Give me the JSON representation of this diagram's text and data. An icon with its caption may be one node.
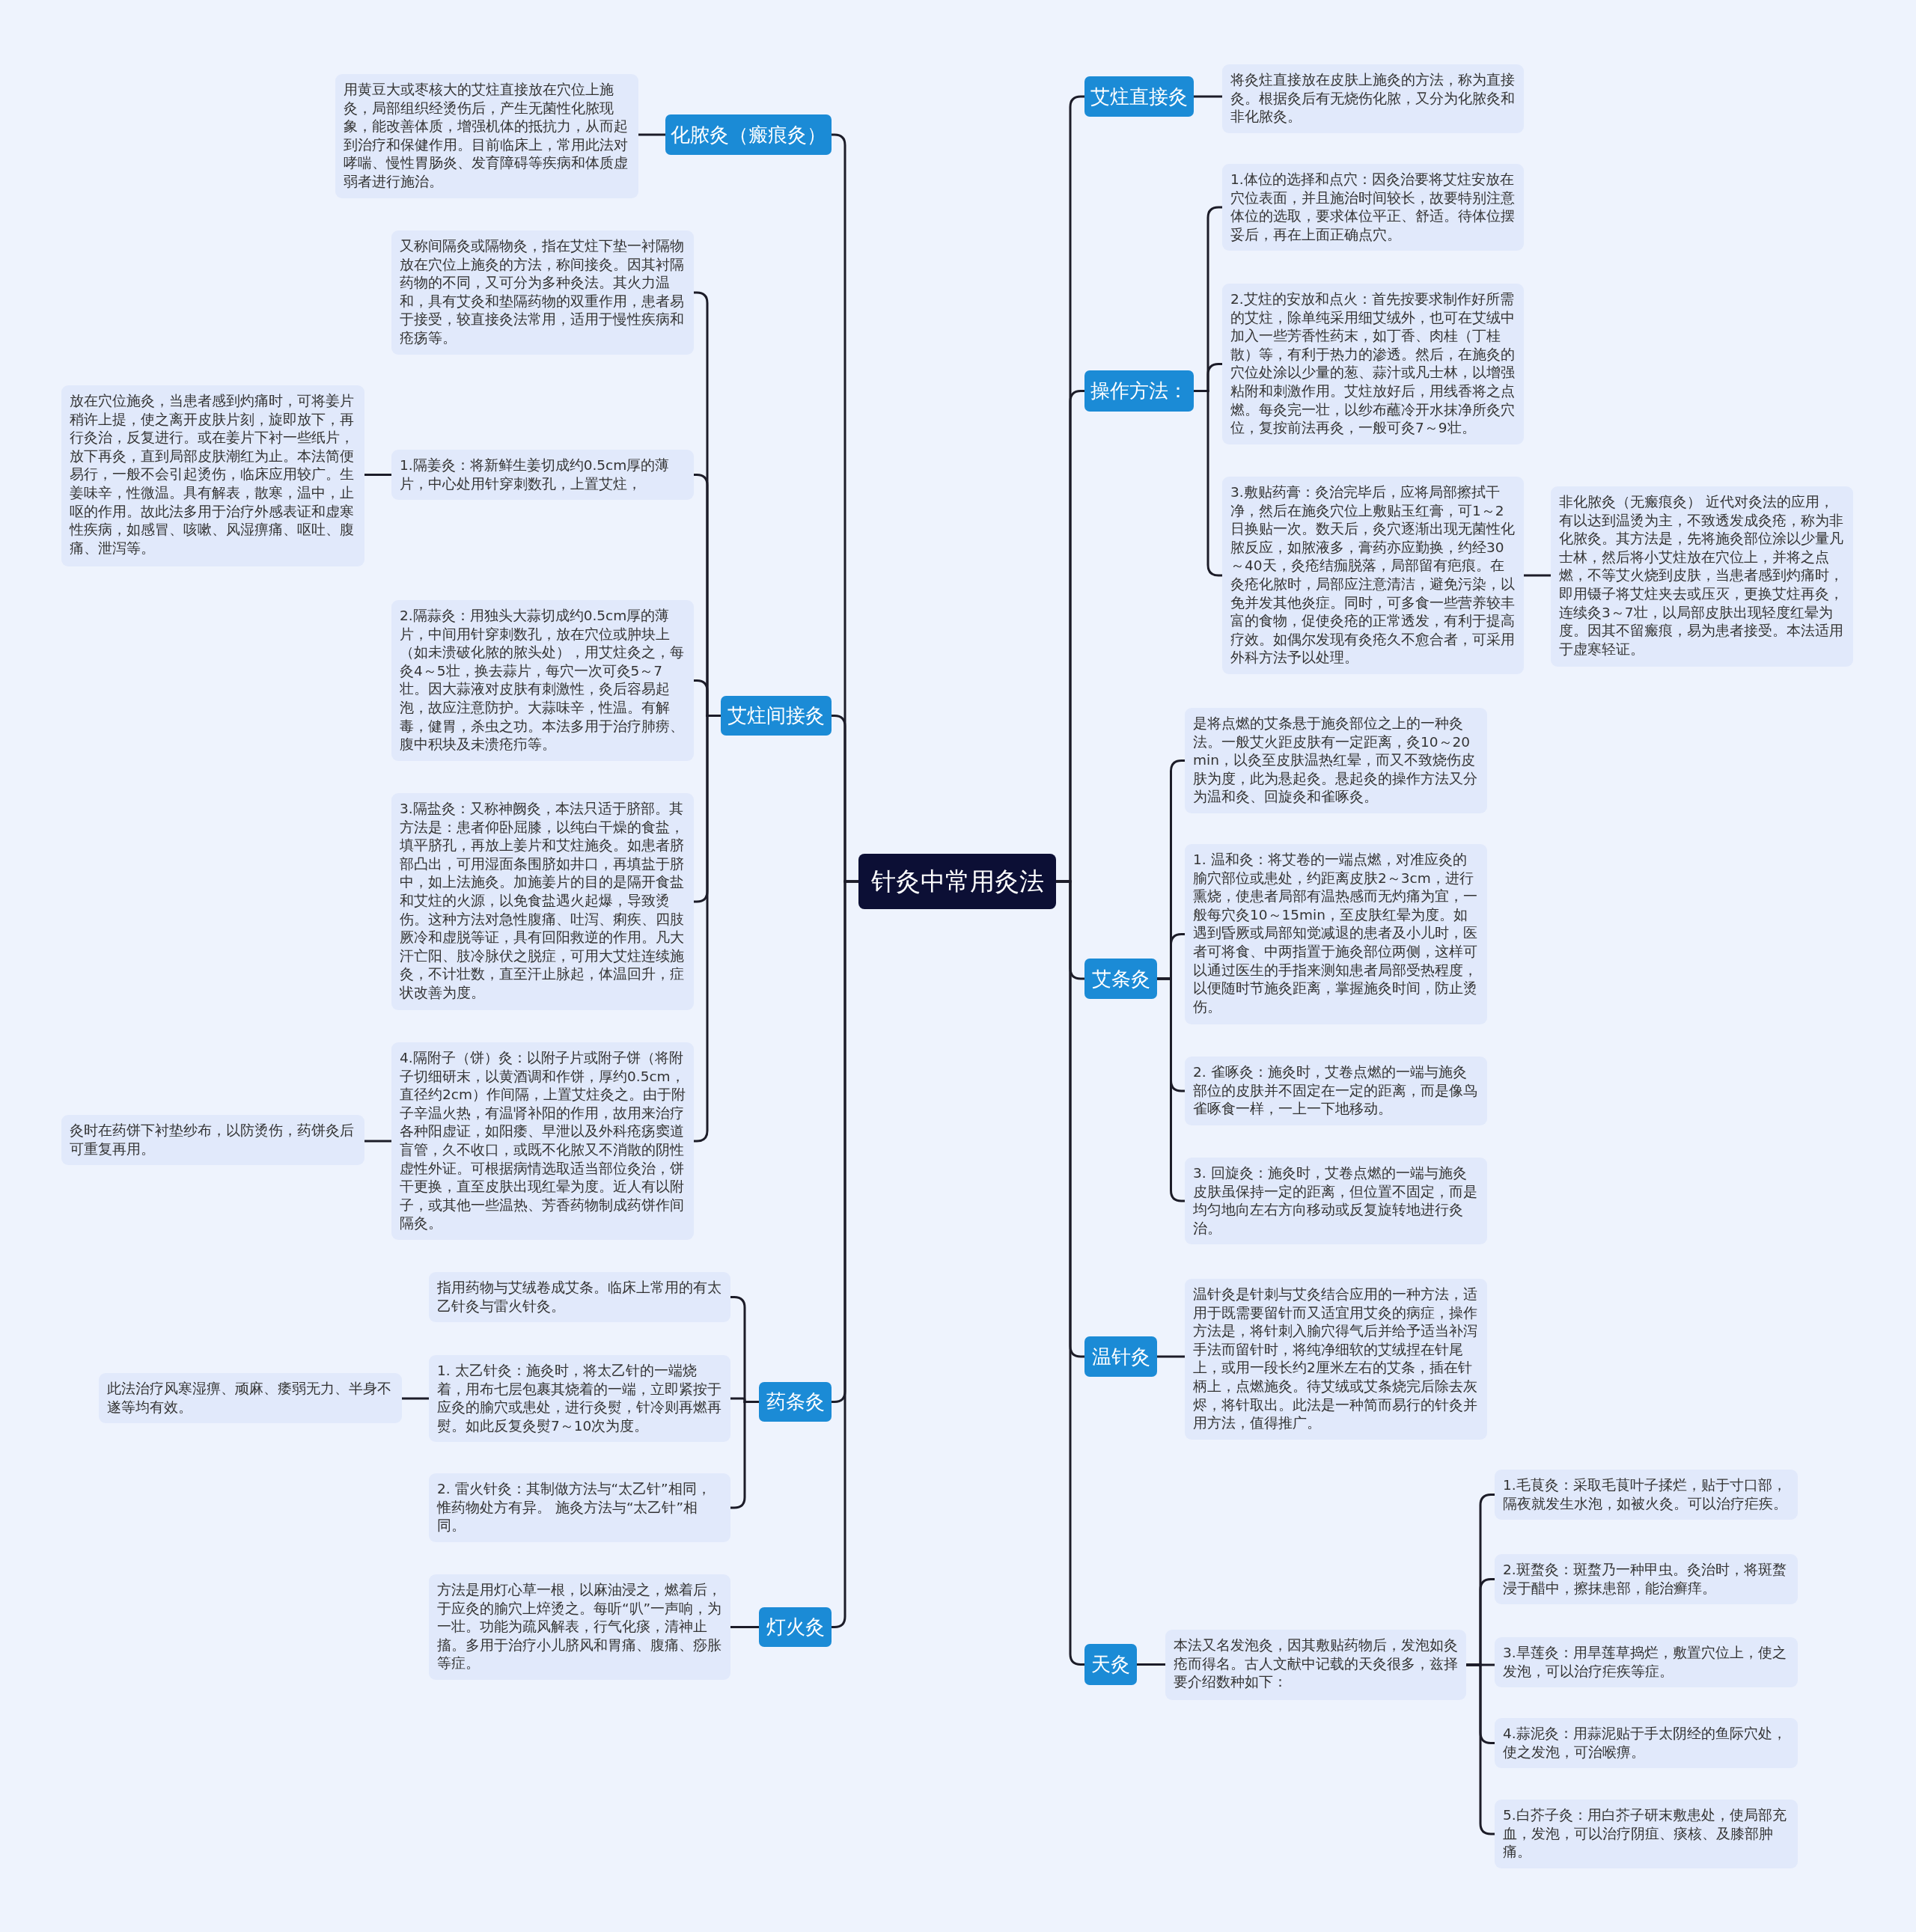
{
  "diagram": {
    "nodes": [
      {
        "text": [
          "针灸中常用灸法"
        ]
      },
      {
        "text": [
          "化脓灸（瘢痕灸）"
        ]
      },
      {
        "text": [
          "用黄豆大或枣核大的艾炷直接放在穴位上施灸，局部组织经烫伤后，产生无菌性化脓现象，能改善体质，增强机体的抵抗力，从而起到治疗和保健作用。目前临床上，常用此法对哮喘、慢性胃肠炎、发育障碍等疾病和体质虚弱者进行施治。"
        ]
      },
      {
        "text": [
          "艾炷间接灸"
        ]
      },
      {
        "text": [
          "又称间隔灸或隔物灸，指在艾炷下垫一衬隔物放在穴位上施灸的方法，称间接灸。因其衬隔药物的不同，又可分为多种灸法。其火力温和，具有艾灸和垫隔药物的双重作用，患者易于接受，较直接灸法常用，适用于慢性疾病和疮疡等。"
        ]
      },
      {
        "text": [
          "1.隔姜灸：将新鲜生姜切成约0.5cm厚的薄片，中心处用针穿刺数孔，上置艾炷，"
        ]
      },
      {
        "text": [
          "放在穴位施灸，当患者感到灼痛时，可将姜片稍许上提，使之离开皮肤片刻，旋即放下，再行灸治，反复进行。或在姜片下衬一些纸片，放下再灸，直到局部皮肤潮红为止。本法简便易行，一般不会引起烫伤，临床应用较广。生姜味辛，性微温。具有解表，散寒，温中，止呕的作用。故此法多用于治疗外感表证和虚寒性疾病，如感冒、咳嗽、风湿痹痛、呕吐、腹痛、泄泻等。"
        ]
      },
      {
        "text": [
          "2.隔蒜灸：用独头大蒜切成约0.5cm厚的薄片，中间用针穿刺数孔，放在穴位或肿块上（如未溃破化脓的脓头处），用艾炷灸之，每灸4～5壮，换去蒜片，每穴一次可灸5～7壮。因大蒜液对皮肤有刺激性，灸后容易起泡，故应注意防护。大蒜味辛，性温。有解毒，健胃，杀虫之功。本法多用于治疗肺痨、腹中积块及未溃疮疖等。"
        ]
      },
      {
        "text": [
          "3.隔盐灸：又称神阙灸，本法只适于脐部。其方法是：患者仰卧屈膝，以纯白干燥的食盐，填平脐孔，再放上姜片和艾炷施灸。如患者脐部凸出，可用湿面条围脐如井口，再填盐于脐中，如上法施灸。加施姜片的目的是隔开食盐和艾炷的火源，以免食盐遇火起爆，导致烫伤。这种方法对急性腹痛、吐泻、痢疾、四肢厥冷和虚脱等证，具有回阳救逆的作用。凡大汗亡阳、肢冷脉伏之脱症，可用大艾炷连续施灸，不计壮数，直至汗止脉起，体温回升，症状改善为度。"
        ]
      },
      {
        "text": [
          "4.隔附子（饼）灸：以附子片或附子饼（将附子切细研末，以黄酒调和作饼，厚约0.5cm，直径约2cm）作间隔，上置艾炷灸之。由于附子辛温火热，有温肾补阳的作用，故用来治疗各种阳虚证，如阳痿、早泄以及外科疮疡窦道盲管，久不收口，或既不化脓又不消散的阴性虚性外证。可根据病情选取适当部位灸治，饼干更换，直至皮肤出现红晕为度。近人有以附子，或其他一些温热、芳香药物制成药饼作间隔灸。"
        ]
      },
      {
        "text": [
          "灸时在药饼下衬垫纱布，以防烫伤，药饼灸后可重复再用。"
        ]
      },
      {
        "text": [
          "药条灸"
        ]
      },
      {
        "text": [
          "指用药物与艾绒卷成艾条。临床上常用的有太乙针灸与雷火针灸。"
        ]
      },
      {
        "text": [
          "1. 太乙针灸：施灸时，将太乙针的一端烧着，用布七层包裹其烧着的一端，立即紧按于应灸的腧穴或患处，进行灸熨，针冷则再燃再熨。如此反复灸熨7～10次为度。"
        ]
      },
      {
        "text": [
          "此法治疗风寒湿痹、顽麻、痿弱无力、半身不遂等均有效。"
        ]
      },
      {
        "text": [
          "2. 雷火针灸：其制做方法与“太乙针”相同，惟药物处方有异。 施灸方法与“太乙针”相同。"
        ]
      },
      {
        "text": [
          "灯火灸"
        ]
      },
      {
        "text": [
          "方法是用灯心草一根，以麻油浸之，燃着后，于应灸的腧穴上焠烫之。每听“叭”一声响，为一壮。功能为疏风解表，行气化痰，清神止搐。多用于治疗小儿脐风和胃痛、腹痛、痧胀等症。"
        ]
      },
      {
        "text": [
          "艾炷直接灸"
        ]
      },
      {
        "text": [
          "将灸炷直接放在皮肤上施灸的方法，称为直接灸。根据灸后有无烧伤化脓，又分为化脓灸和非化脓灸。"
        ]
      },
      {
        "text": [
          "操作方法："
        ]
      },
      {
        "text": [
          "1.体位的选择和点穴：因灸治要将艾炷安放在穴位表面，并且施治时间较长，故要特别注意体位的选取，要求体位平正、舒适。待体位摆妥后，再在上面正确点穴。"
        ]
      },
      {
        "text": [
          "2.艾炷的安放和点火：首先按要求制作好所需的艾炷，除单纯采用细艾绒外，也可在艾绒中加入一些芳香性药末，如丁香、肉桂（丁桂散）等，有利于热力的渗透。然后，在施灸的穴位处涂以少量的葱、蒜汁或凡士林，以增强粘附和刺激作用。艾炷放好后，用线香将之点燃。每灸完一壮，以纱布蘸冷开水抹净所灸穴位，复按前法再灸，一般可灸7～9壮。"
        ]
      },
      {
        "text": [
          "3.敷贴药膏：灸治完毕后，应将局部擦拭干净，然后在施灸穴位上敷贴玉红膏，可1～2日换贴一次。数天后，灸穴逐渐出现无菌性化脓反应，如脓液多，膏药亦应勤换，约经30～40天，灸疮结痂脱落，局部留有疤痕。在灸疮化脓时，局部应注意清洁，避免污染，以免并发其他炎症。同时，可多食一些营养较丰富的食物，促使灸疮的正常透发，有利于提高疗效。如偶尔发现有灸疮久不愈合者，可采用外科方法予以处理。"
        ]
      },
      {
        "text": [
          "非化脓灸（无瘢痕灸） 近代对灸法的应用，有以达到温烫为主，不致透发成灸疮，称为非化脓灸。其方法是，先将施灸部位涂以少量凡士林，然后将小艾炷放在穴位上，并将之点燃，不等艾火烧到皮肤，当患者感到灼痛时，即用镊子将艾炷夹去或压灭，更换艾炷再灸，连续灸3～7壮，以局部皮肤出现轻度红晕为度。因其不留瘢痕，易为患者接受。本法适用于虚寒轻证。"
        ]
      },
      {
        "text": [
          "艾条灸"
        ]
      },
      {
        "text": [
          "是将点燃的艾条悬于施灸部位之上的一种灸法。一般艾火距皮肤有一定距离，灸10～20min，以灸至皮肤温热红晕，而又不致烧伤皮肤为度，此为悬起灸。悬起灸的操作方法又分为温和灸、回旋灸和雀啄灸。"
        ]
      },
      {
        "text": [
          "1. 温和灸：将艾卷的一端点燃，对准应灸的腧穴部位或患处，约距离皮肤2～3cm，进行熏烧，使患者局部有温热感而无灼痛为宜，一般每穴灸10～15min，至皮肤红晕为度。如遇到昏厥或局部知觉减退的患者及小儿时，医者可将食、中两指置于施灸部位两侧，这样可以通过医生的手指来测知患者局部受热程度，以便随时节施灸距离，掌握施灸时间，防止烫伤。"
        ]
      },
      {
        "text": [
          "2. 雀啄灸：施灸时，艾卷点燃的一端与施灸部位的皮肤并不固定在一定的距离，而是像鸟雀啄食一样，一上一下地移动。"
        ]
      },
      {
        "text": [
          "3. 回旋灸：施灸时，艾卷点燃的一端与施灸皮肤虽保持一定的距离，但位置不固定，而是均匀地向左右方向移动或反复旋转地进行灸治。"
        ]
      },
      {
        "text": [
          "温针灸"
        ]
      },
      {
        "text": [
          "温针灸是针刺与艾灸结合应用的一种方法，适用于既需要留针而又适宜用艾灸的病症，操作方法是，将针刺入腧穴得气后并给予适当补泻手法而留针时，将纯净细软的艾绒捏在针尾上，或用一段长约2厘米左右的艾条，插在针柄上，点燃施灸。待艾绒或艾条烧完后除去灰烬，将针取出。此法是一种简而易行的针灸并用方法，值得推广。"
        ]
      },
      {
        "text": [
          "天灸"
        ]
      },
      {
        "text": [
          "本法又名发泡灸，因其敷贴药物后，发泡如灸疮而得名。古人文献中记载的天灸很多，兹择要介绍数种如下："
        ]
      },
      {
        "text": [
          "1.毛茛灸：采取毛茛叶子揉烂，贴于寸口部，隔夜就发生水泡，如被火灸。可以治疗疟疾。"
        ]
      },
      {
        "text": [
          "2.斑蝥灸：斑蝥乃一种甲虫。灸治时，将斑蝥浸于醋中，擦抹患部，能治癣痒。"
        ]
      },
      {
        "text": [
          "3.旱莲灸：用旱莲草捣烂，敷置穴位上，使之发泡，可以治疗疟疾等症。"
        ]
      },
      {
        "text": [
          "4.蒜泥灸：用蒜泥贴于手太阴经的鱼际穴处，使之发泡，可治喉痹。"
        ]
      },
      {
        "text": [
          "5.白芥子灸：用白芥子研末敷患处，使局部充血，发泡，可以治疗阴疽、痰核、及膝部肿痛。"
        ]
      }
    ],
    "edges": [
      {
        "from": 0,
        "to": 1,
        "arrow": "none"
      },
      {
        "from": 1,
        "to": 2,
        "arrow": "none"
      },
      {
        "from": 0,
        "to": 3,
        "arrow": "none"
      },
      {
        "from": 3,
        "to": 4,
        "arrow": "none"
      },
      {
        "from": 3,
        "to": 5,
        "arrow": "none"
      },
      {
        "from": 5,
        "to": 6,
        "arrow": "none"
      },
      {
        "from": 3,
        "to": 7,
        "arrow": "none"
      },
      {
        "from": 3,
        "to": 8,
        "arrow": "none"
      },
      {
        "from": 3,
        "to": 9,
        "arrow": "none"
      },
      {
        "from": 9,
        "to": 10,
        "arrow": "none"
      },
      {
        "from": 0,
        "to": 11,
        "arrow": "none"
      },
      {
        "from": 11,
        "to": 12,
        "arrow": "none"
      },
      {
        "from": 11,
        "to": 13,
        "arrow": "none"
      },
      {
        "from": 13,
        "to": 14,
        "arrow": "none"
      },
      {
        "from": 11,
        "to": 15,
        "arrow": "none"
      },
      {
        "from": 0,
        "to": 16,
        "arrow": "none"
      },
      {
        "from": 16,
        "to": 17,
        "arrow": "none"
      },
      {
        "from": 0,
        "to": 18,
        "arrow": "none"
      },
      {
        "from": 18,
        "to": 19,
        "arrow": "none"
      },
      {
        "from": 0,
        "to": 20,
        "arrow": "none"
      },
      {
        "from": 20,
        "to": 21,
        "arrow": "none"
      },
      {
        "from": 20,
        "to": 22,
        "arrow": "none"
      },
      {
        "from": 20,
        "to": 23,
        "arrow": "none"
      },
      {
        "from": 23,
        "to": 24,
        "arrow": "none"
      },
      {
        "from": 0,
        "to": 25,
        "arrow": "none"
      },
      {
        "from": 25,
        "to": 26,
        "arrow": "none"
      },
      {
        "from": 25,
        "to": 27,
        "arrow": "none"
      },
      {
        "from": 25,
        "to": 28,
        "arrow": "none"
      },
      {
        "from": 25,
        "to": 29,
        "arrow": "none"
      },
      {
        "from": 0,
        "to": 30,
        "arrow": "none"
      },
      {
        "from": 30,
        "to": 31,
        "arrow": "none"
      },
      {
        "from": 0,
        "to": 32,
        "arrow": "none"
      },
      {
        "from": 32,
        "to": 33,
        "arrow": "none"
      },
      {
        "from": 33,
        "to": 34,
        "arrow": "none"
      },
      {
        "from": 33,
        "to": 35,
        "arrow": "none"
      },
      {
        "from": 33,
        "to": 36,
        "arrow": "none"
      },
      {
        "from": 33,
        "to": 37,
        "arrow": "none"
      },
      {
        "from": 33,
        "to": 38,
        "arrow": "none"
      }
    ]
  }
}
